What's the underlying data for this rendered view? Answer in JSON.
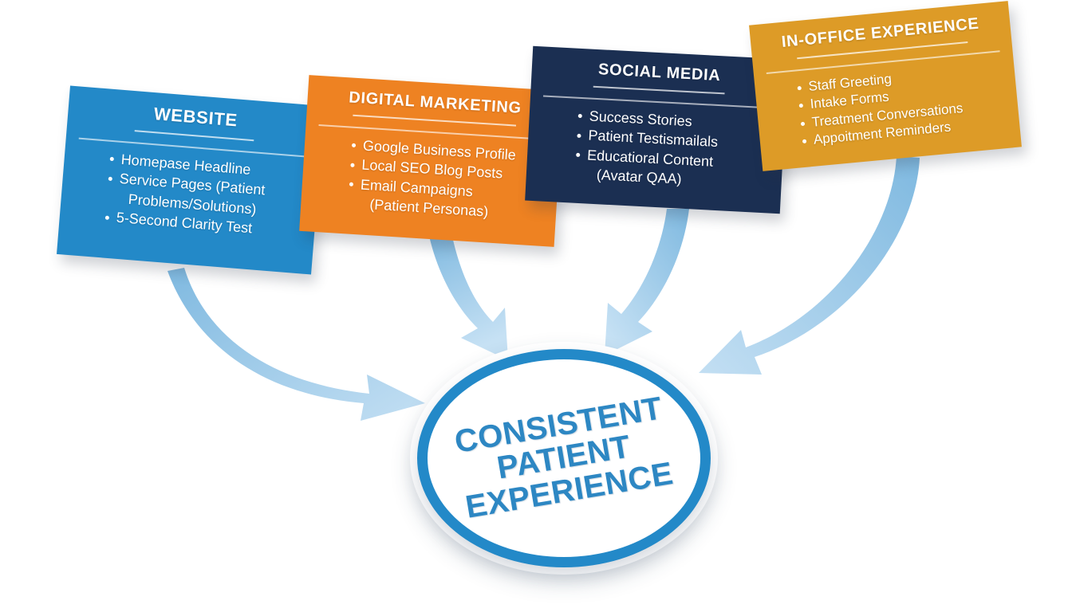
{
  "diagram": {
    "title_text": "CONSISTENT PATIENT EXPERIENCE",
    "colors": {
      "blue": "#2389C8",
      "orange": "#EE8222",
      "navy": "#1B2F52",
      "gold": "#DD9B27",
      "arrow": "#9CC9E8",
      "oval_text": "#2D87C3",
      "background": "#FFFFFF"
    },
    "cards": [
      {
        "id": "website",
        "title": "WEBSITE",
        "color": "#2389C8",
        "bullets": [
          {
            "text": "Homepase Headline",
            "continuation": false
          },
          {
            "text": "Service Pages (Patient",
            "continuation": false
          },
          {
            "text": "Problems/Solutions)",
            "continuation": true
          },
          {
            "text": "5-Second Clarity Test",
            "continuation": false
          }
        ]
      },
      {
        "id": "digital-marketing",
        "title": "DIGITAL MARKETING",
        "color": "#EE8222",
        "bullets": [
          {
            "text": "Google Business Profile",
            "continuation": false
          },
          {
            "text": "Local SEO Blog Posts",
            "continuation": false
          },
          {
            "text": "Email Campaigns",
            "continuation": false
          },
          {
            "text": "(Patient Personas)",
            "continuation": true
          }
        ]
      },
      {
        "id": "social-media",
        "title": "SOCIAL MEDIA",
        "color": "#1B2F52",
        "bullets": [
          {
            "text": "Success Stories",
            "continuation": false
          },
          {
            "text": "Patient Testismailals",
            "continuation": false
          },
          {
            "text": "Educatioral Content",
            "continuation": false
          },
          {
            "text": "(Avatar QAA)",
            "continuation": true
          }
        ]
      },
      {
        "id": "in-office-experience",
        "title": "IN-OFFICE EXPERIENCE",
        "color": "#DD9B27",
        "bullets": [
          {
            "text": "Staff Greeting",
            "continuation": false
          },
          {
            "text": "Intake Forms",
            "continuation": false
          },
          {
            "text": "Treatment Conversations",
            "continuation": false
          },
          {
            "text": "Appoitment Reminders",
            "continuation": false
          }
        ]
      }
    ],
    "center": {
      "line1": "CONSISTENT",
      "line2": "PATIENT",
      "line3": "EXPERIENCE"
    },
    "arrows": [
      {
        "from": "website",
        "to": "center"
      },
      {
        "from": "digital-marketing",
        "to": "center"
      },
      {
        "from": "social-media",
        "to": "center"
      },
      {
        "from": "in-office-experience",
        "to": "center"
      }
    ]
  }
}
